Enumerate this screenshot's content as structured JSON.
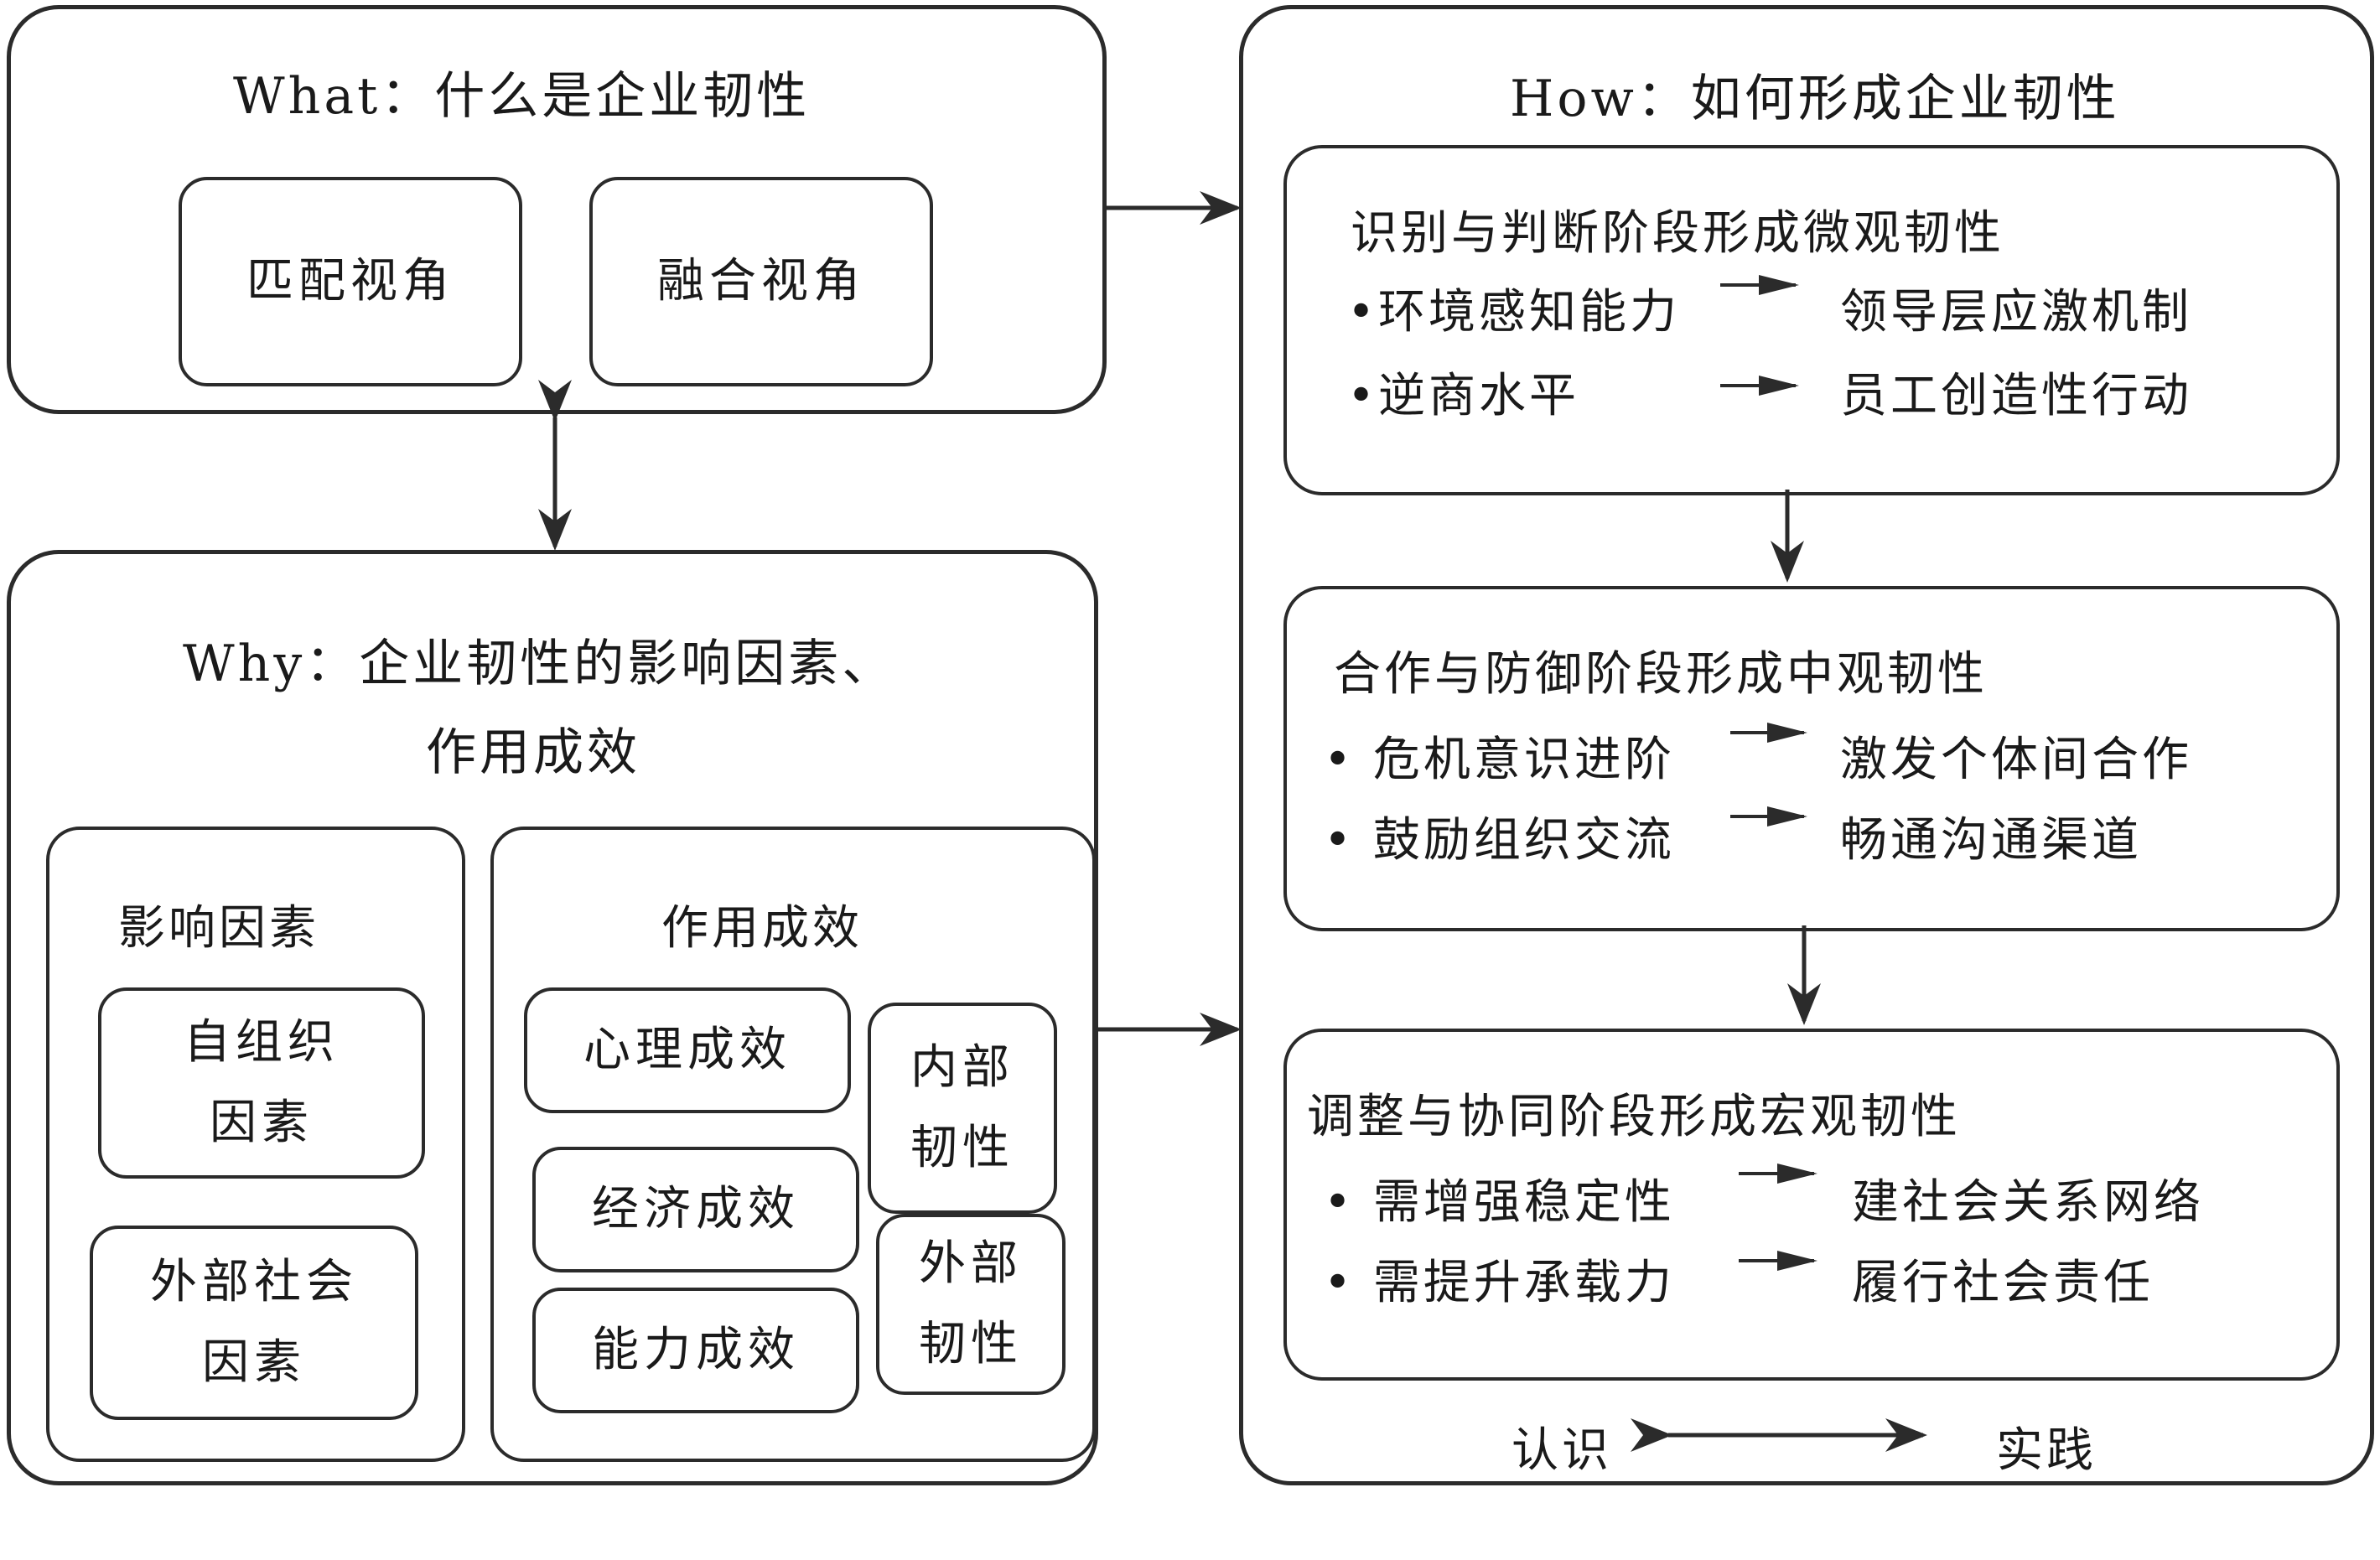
{
  "what": {
    "title": "What：什么是企业韧性",
    "views": [
      "匹配视角",
      "融合视角"
    ]
  },
  "why": {
    "title_line1": "Why：企业韧性的影响因素、",
    "title_line2": "作用成效",
    "factors": {
      "title": "影响因素",
      "items": [
        {
          "line1": "自组织",
          "line2": "因素"
        },
        {
          "line1": "外部社会",
          "line2": "因素"
        }
      ]
    },
    "effects": {
      "title": "作用成效",
      "items": [
        "心理成效",
        "经济成效",
        "能力成效"
      ],
      "resilience": [
        {
          "line1": "内部",
          "line2": "韧性"
        },
        {
          "line1": "外部",
          "line2": "韧性"
        }
      ]
    }
  },
  "how": {
    "title": "How：如何形成企业韧性",
    "stages": [
      {
        "title": "识别与判断阶段形成微观韧性",
        "rows": [
          {
            "left": "•环境感知能力",
            "right": "领导层应激机制"
          },
          {
            "left": "•逆商水平",
            "right": "员工创造性行动"
          }
        ]
      },
      {
        "title": "合作与防御阶段形成中观韧性",
        "rows": [
          {
            "left": "•  危机意识进阶",
            "right": "激发个体间合作"
          },
          {
            "left": "•  鼓励组织交流",
            "right": "畅通沟通渠道"
          }
        ]
      },
      {
        "title": "调整与协同阶段形成宏观韧性",
        "rows": [
          {
            "left": "•  需增强稳定性",
            "right": "建社会关系网络"
          },
          {
            "left": "•  需提升承载力",
            "right": "履行社会责任"
          }
        ]
      }
    ],
    "footer": {
      "left": "认识",
      "right": "实践"
    }
  }
}
